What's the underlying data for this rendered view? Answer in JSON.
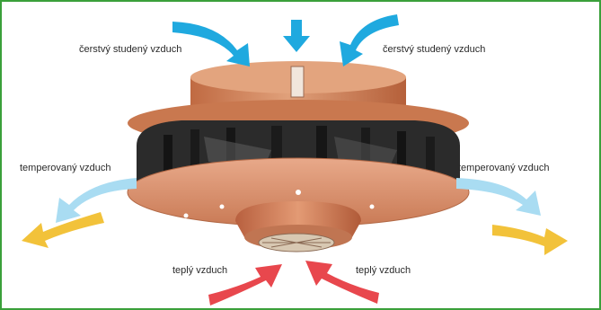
{
  "labels": {
    "fresh_cold_air_left": "čerstvý studený vzduch",
    "fresh_cold_air_right": "čerstvý studený vzduch",
    "tempered_air_left": "temperovaný vzduch",
    "tempered_air_right": "temperovaný vzduch",
    "warm_air_left": "teplý vzduch",
    "warm_air_right": "teplý vzduch"
  },
  "colors": {
    "frame_border": "#3aa03a",
    "fresh_air_arrow": "#1fa9df",
    "tempered_air_arrow": "#a9dcf2",
    "outflow_arrow": "#f2c23a",
    "warm_air_arrow": "#e8474d",
    "unit_body": "#d4865c",
    "unit_dark": "#2a2a2a"
  },
  "icons": {
    "arrows": "curved-arrow",
    "unit": "ceiling-ventilation-unit"
  }
}
